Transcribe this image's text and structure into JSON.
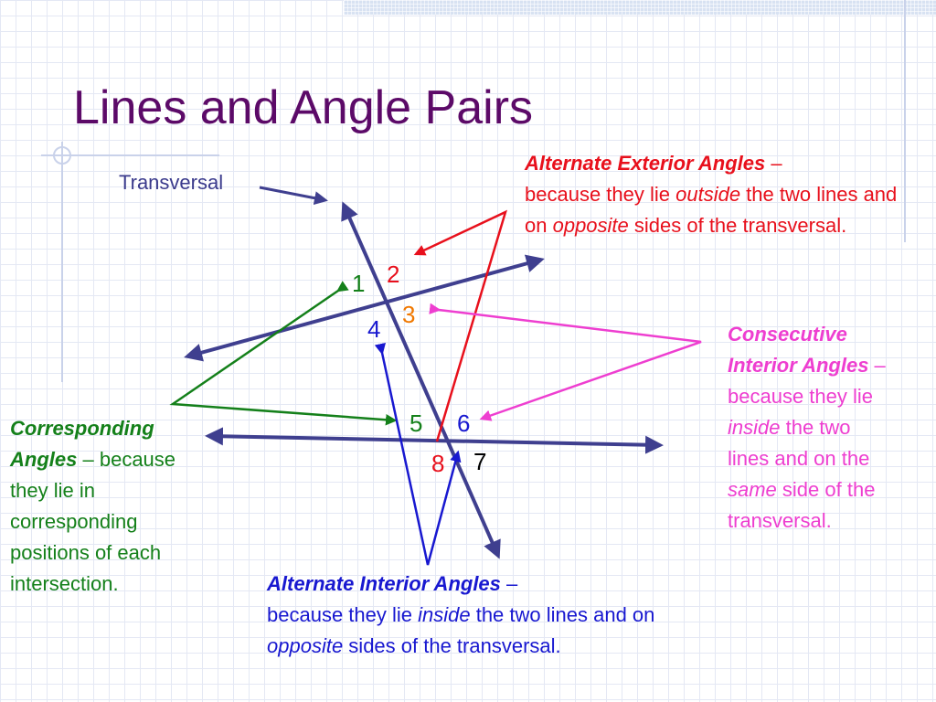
{
  "slide": {
    "title": "Lines and Angle Pairs"
  },
  "labels": {
    "transversal": "Transversal"
  },
  "angle_numbers": [
    "1",
    "2",
    "3",
    "4",
    "5",
    "6",
    "7",
    "8"
  ],
  "alternate_exterior": {
    "title": "Alternate Exterior Angles",
    "dash": " –",
    "text_1": "because they lie ",
    "em_1": "outside",
    "text_2": " the two lines and on ",
    "em_2": "opposite",
    "text_3": " sides of the transversal."
  },
  "consecutive_interior": {
    "title": "Consecutive Interior Angles",
    "dash": " –",
    "text_1": "because they lie ",
    "em_1": "inside",
    "text_2": " the two lines and on the ",
    "em_2": "same",
    "text_3": " side of the transversal."
  },
  "corresponding": {
    "title": "Corresponding Angles",
    "dash": " –",
    "text_1": "because they lie in corresponding positions of each intersection."
  },
  "alternate_interior": {
    "title": "Alternate Interior Angles",
    "dash": " –",
    "text_1": "because they lie ",
    "em_1": "inside",
    "text_2": " the two lines and on ",
    "em_2": "opposite",
    "text_3": " sides of the transversal."
  },
  "colors": {
    "title": "#5c0a68",
    "line": "#3f3f8f",
    "alternate_exterior": "#e8101c",
    "consecutive_interior": "#ee3ed0",
    "corresponding": "#14801a",
    "alternate_interior": "#1818d0",
    "angle_3": "#f07800"
  }
}
